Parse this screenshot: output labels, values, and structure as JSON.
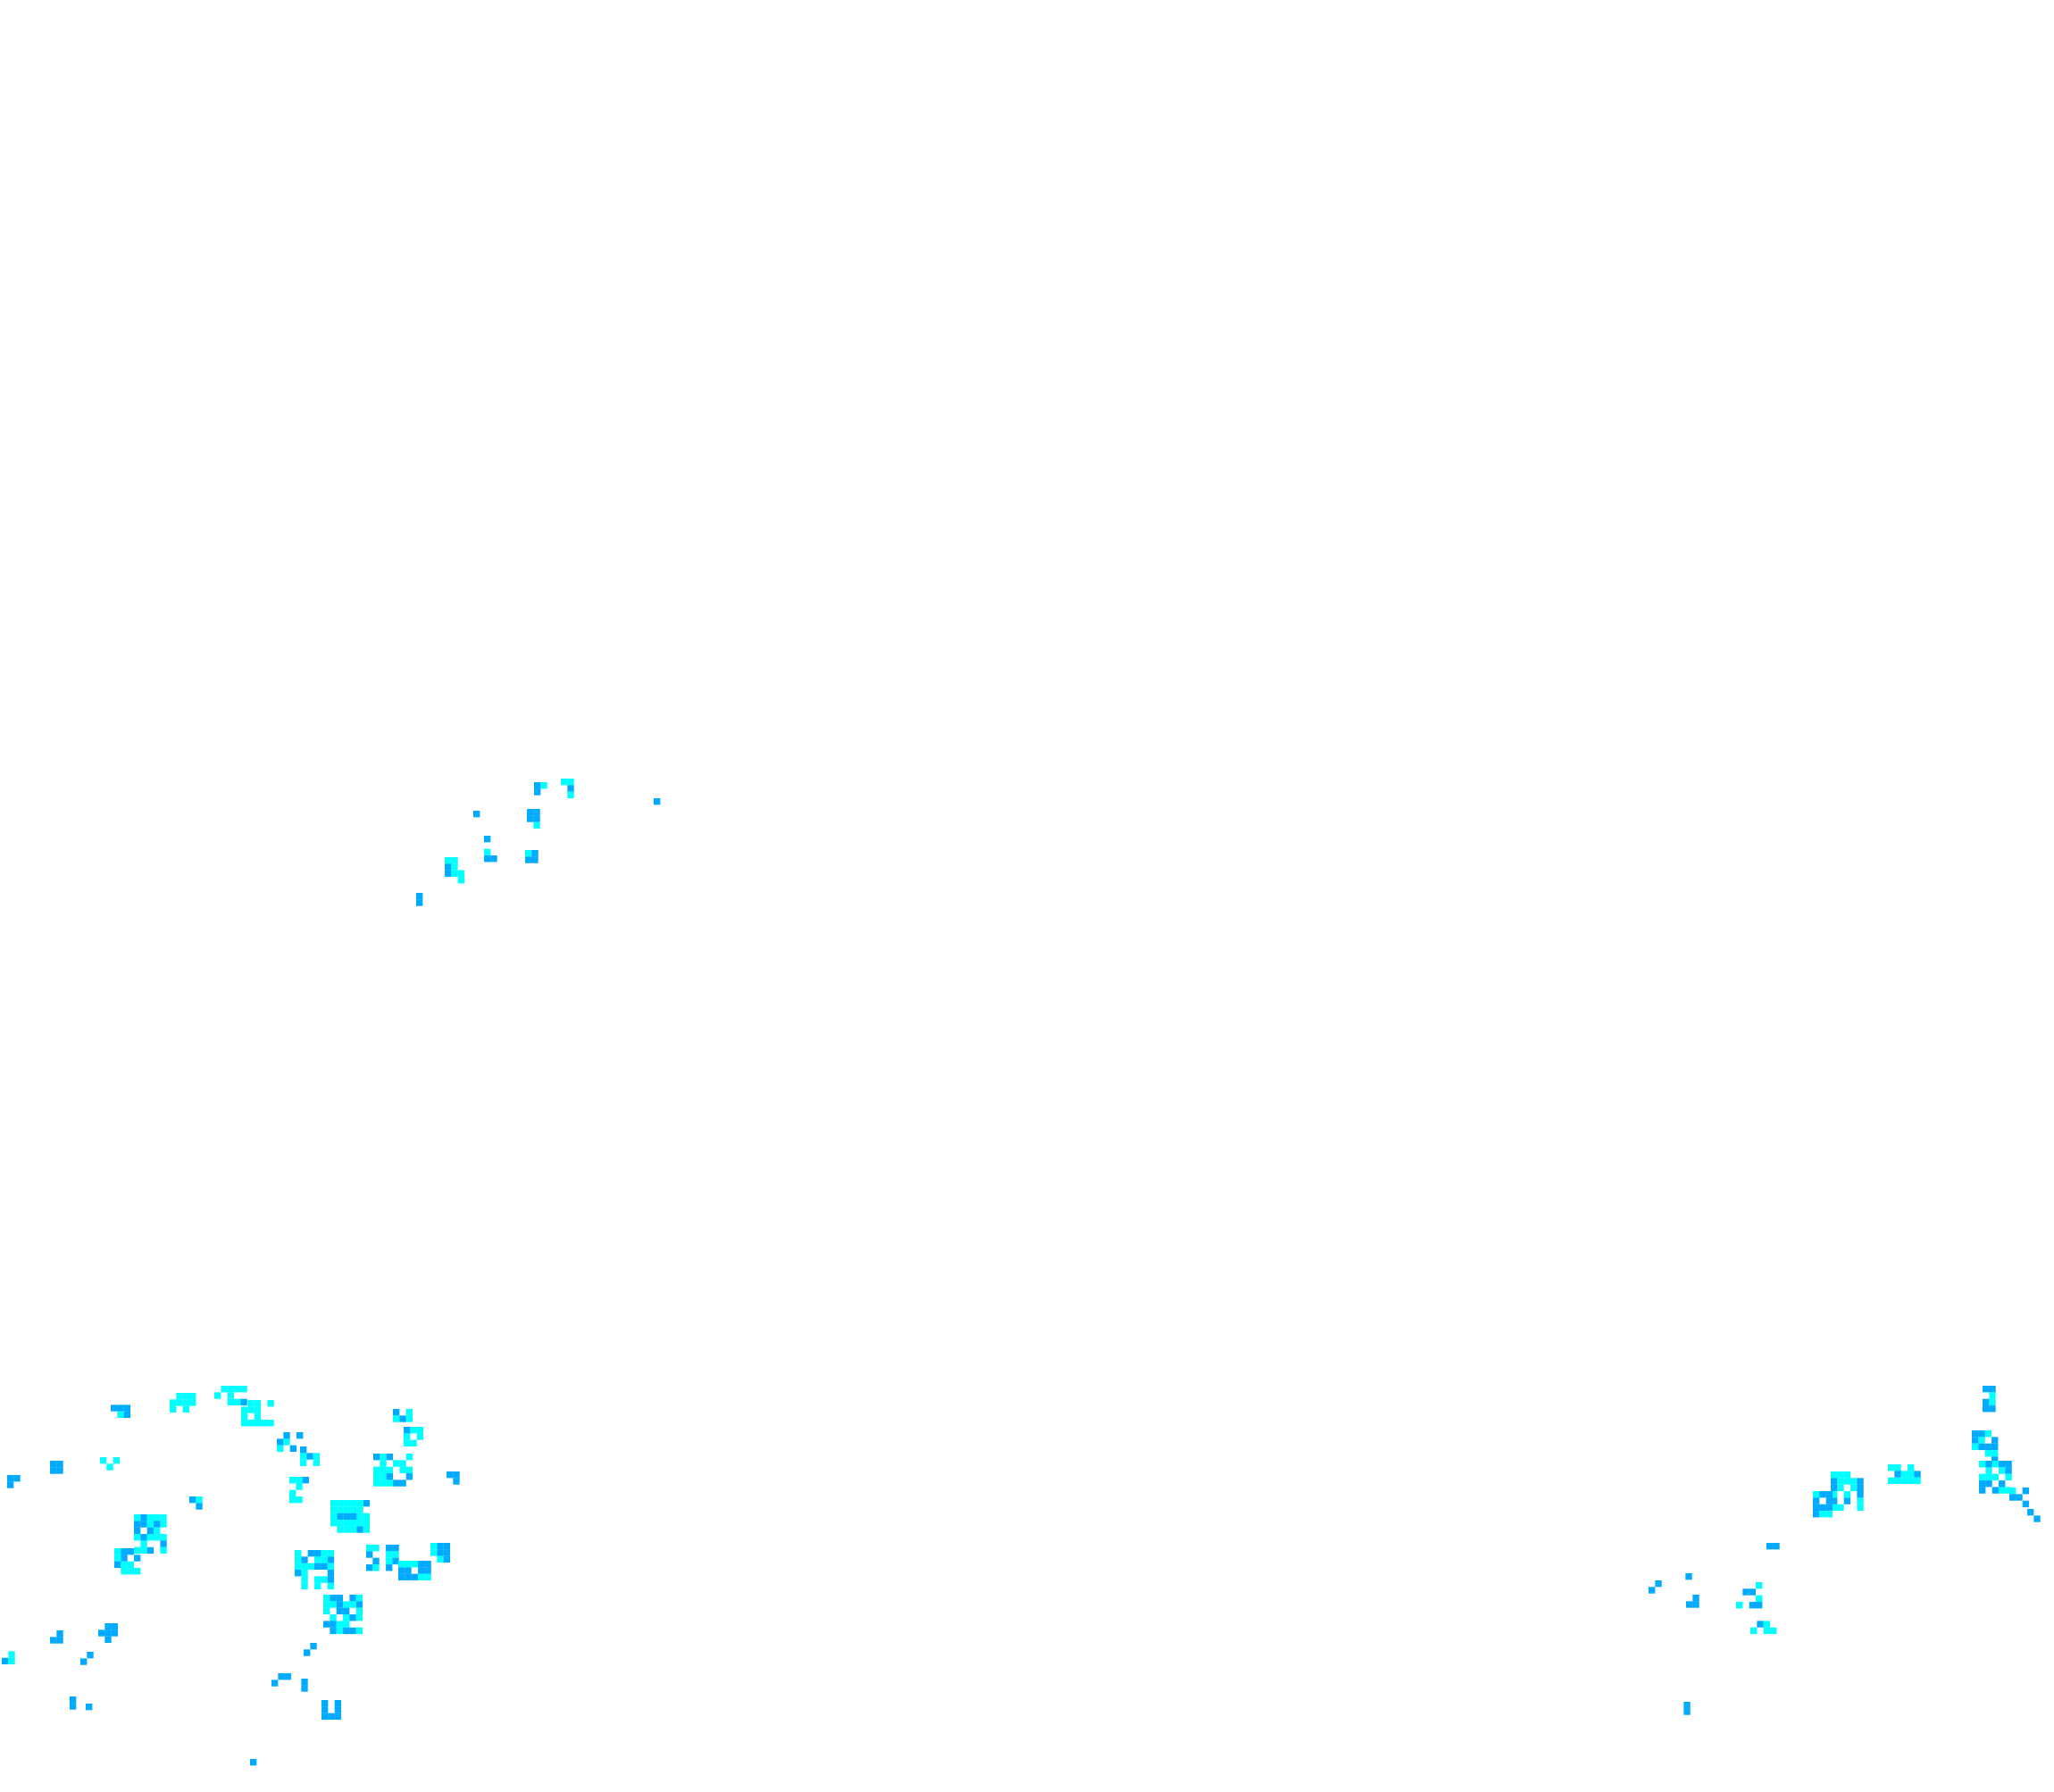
{
  "map": {
    "kind": "precipitation-radar-overlay",
    "background": "#ffffff",
    "palette": {
      "light_echo": "#00aaff",
      "heavy_echo": "#00ffff"
    },
    "regions": [
      {
        "name": "north-central-band",
        "intensity": "light"
      },
      {
        "name": "southwest-cluster",
        "intensity": "light-moderate"
      },
      {
        "name": "southeast-cluster",
        "intensity": "light-moderate"
      }
    ]
  }
}
